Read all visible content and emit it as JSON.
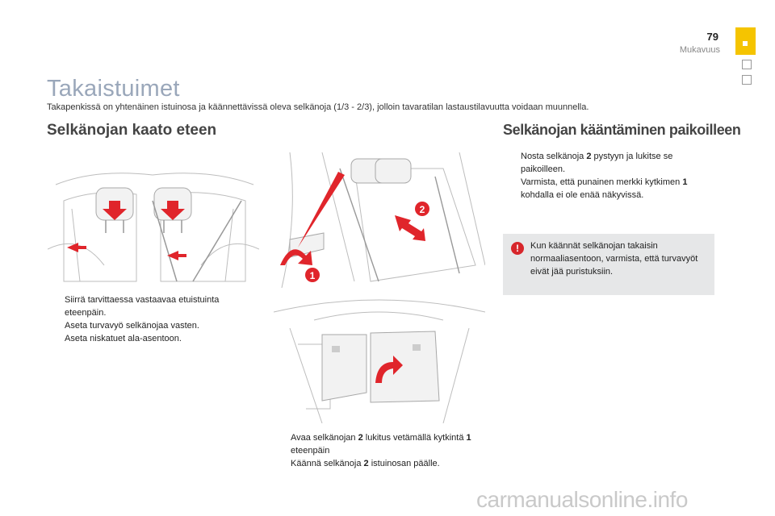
{
  "header": {
    "page_number": "79",
    "section": "Mukavuus"
  },
  "title": "Takaistuimet",
  "intro": "Takapenkissä on yhtenäinen istuinosa ja käännettävissä oleva selkänoja (1/3 - 2/3), jolloin tavaratilan lastaustilavuutta voidaan muunnella.",
  "left": {
    "heading": "Selkänojan kaato eteen",
    "items": [
      "Siirrä tarvittaessa vastaavaa etuistuinta eteenpäin.",
      "Aseta turvavyö selkänojaa vasten.",
      "Aseta niskatuet ala-asentoon."
    ]
  },
  "middle": {
    "item1_a": "Avaa selkänojan ",
    "item1_b": "2",
    "item1_c": " lukitus vetämällä kytkintä ",
    "item1_d": "1",
    "item1_e": " eteenpäin",
    "item2_a": "Käännä selkänoja ",
    "item2_b": "2",
    "item2_c": " istuinosan päälle."
  },
  "right": {
    "heading": "Selkänojan kääntäminen paikoilleen",
    "item1_a": "Nosta selkänoja ",
    "item1_b": "2",
    "item1_c": " pystyyn ja lukitse se paikoilleen.",
    "item2_a": "Varmista, että punainen merkki kytkimen ",
    "item2_b": "1",
    "item2_c": " kohdalla ei ole enää näkyvissä.",
    "note": "Kun käännät selkänojan takaisin normaaliasentoon, varmista, että turvavyöt eivät jää puristuksiin."
  },
  "figure": {
    "callout_1": "1",
    "callout_2": "2"
  },
  "bullet_glyph": "",
  "watermark": "carmanualsonline.info",
  "colors": {
    "accent": "#f5c400",
    "arrow": "#e0252b",
    "title": "#9aa7ba"
  }
}
